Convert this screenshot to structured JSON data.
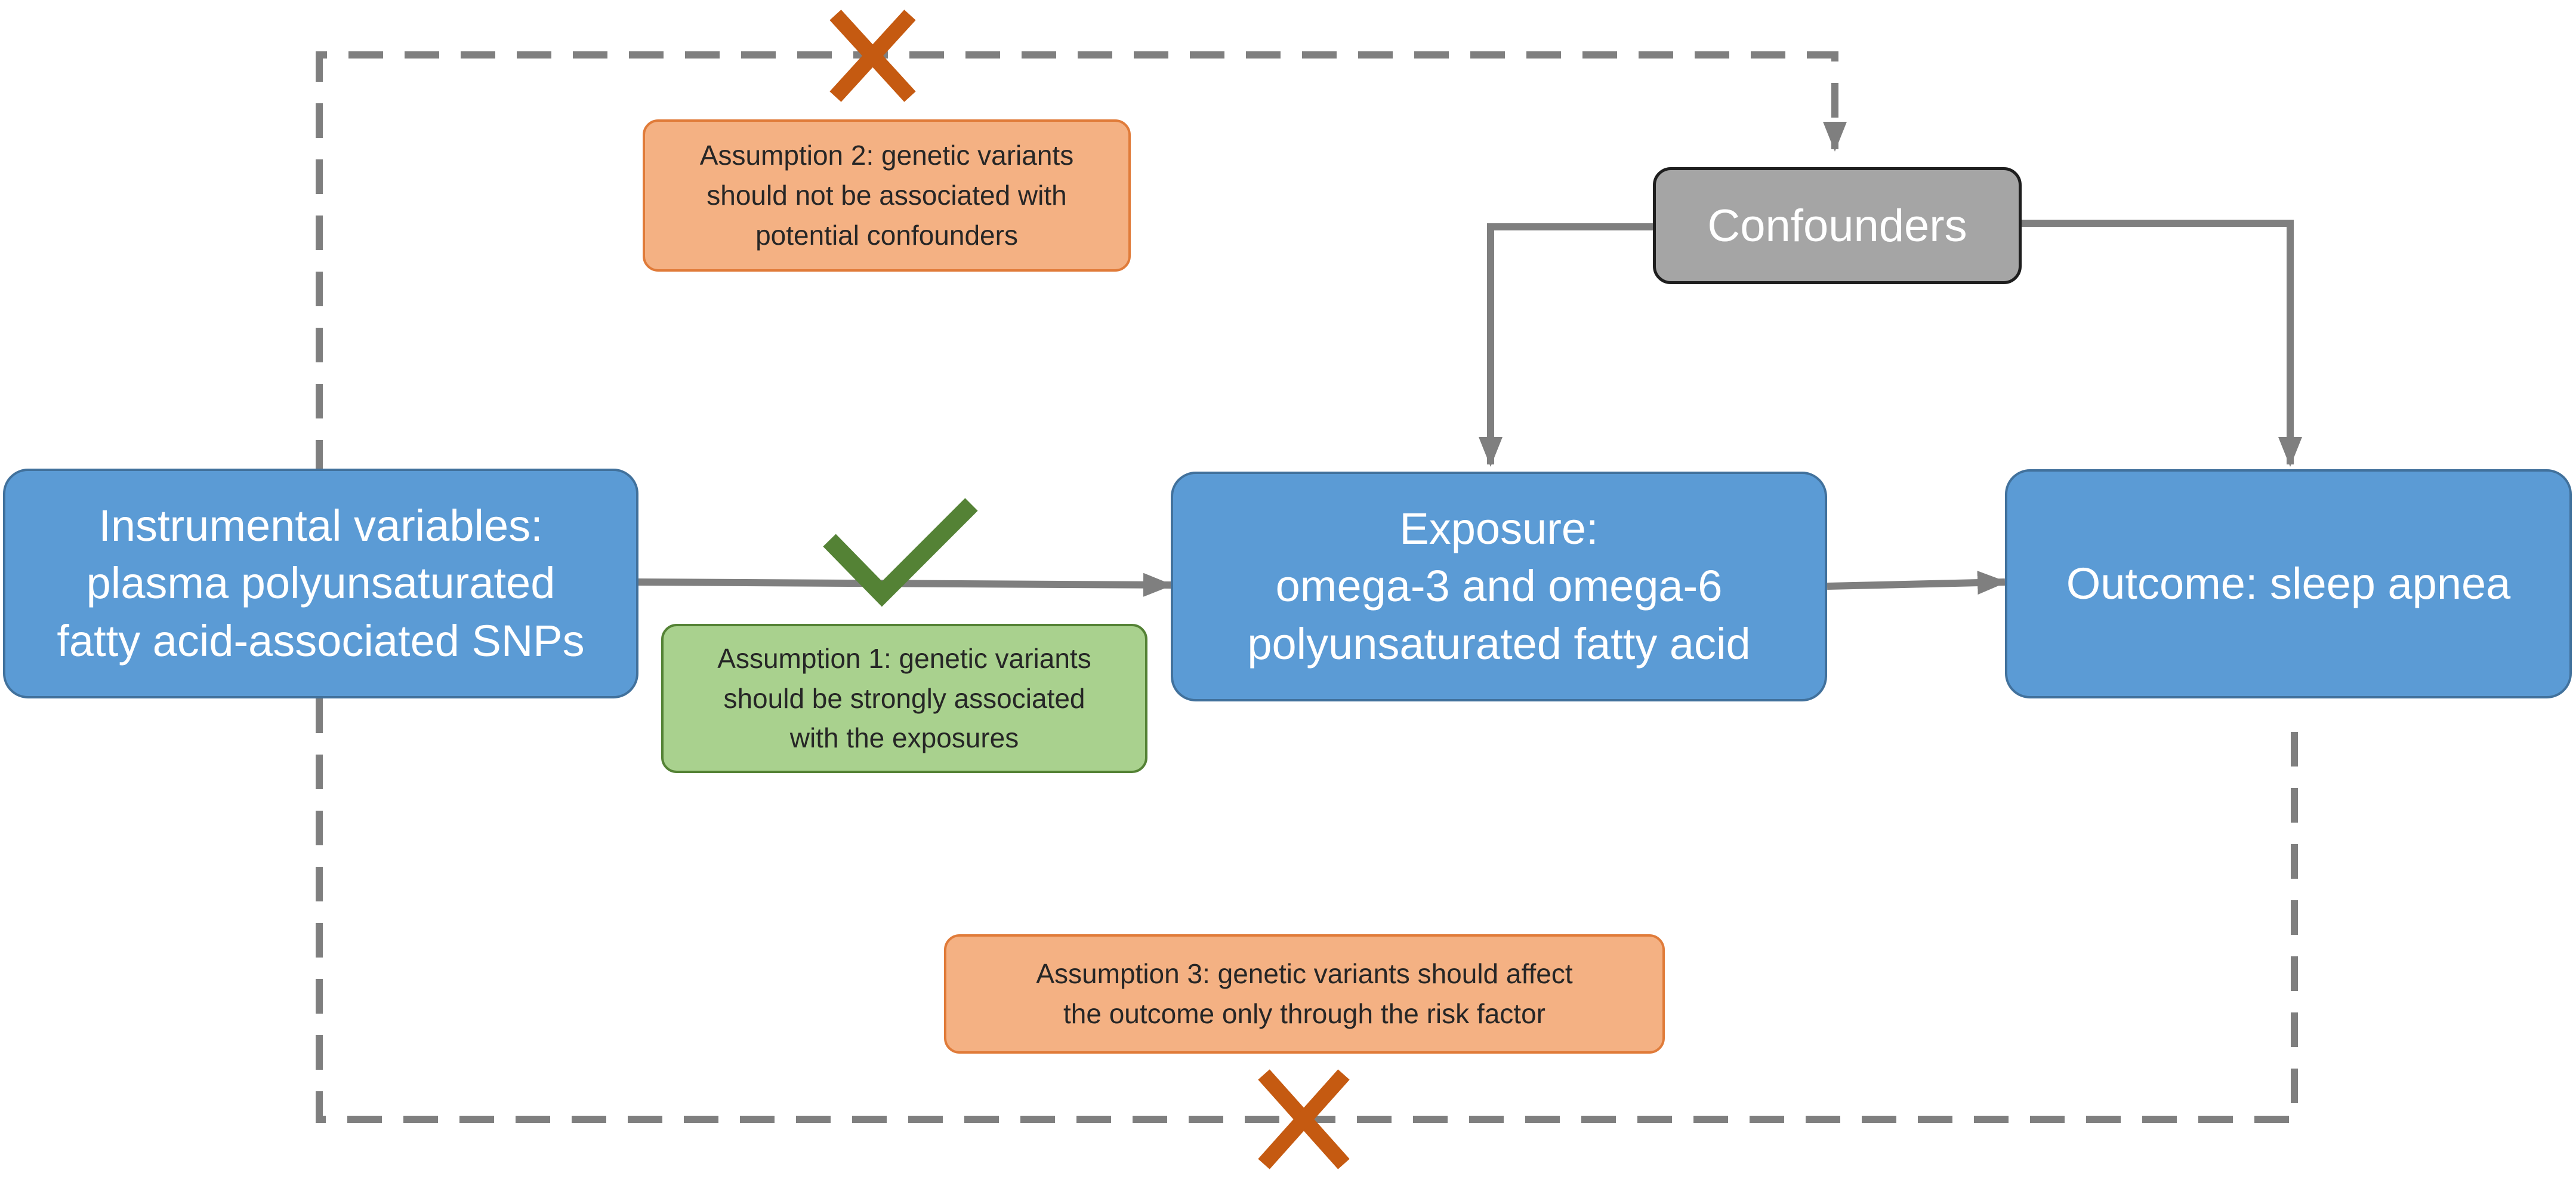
{
  "colors": {
    "node_fill": "#5b9bd5",
    "confounder_fill": "#a5a5a5",
    "assumption_rejected_fill": "#f4b183",
    "assumption_accepted_fill": "#a9d18e",
    "arrow": "#7f7f7f",
    "cross_mark": "#c55a11",
    "check_mark": "#548235"
  },
  "nodes": {
    "instrument": "Instrumental variables:\nplasma polyunsaturated\nfatty acid-associated SNPs",
    "exposure": "Exposure:\nomega-3 and omega-6\npolyunsaturated fatty acid",
    "outcome": "Outcome: sleep apnea",
    "confounders": "Confounders"
  },
  "assumptions": {
    "a1": "Assumption 1: genetic variants\nshould be strongly associated\nwith the exposures",
    "a2": "Assumption 2: genetic variants\nshould not be associated with\npotential confounders",
    "a3": "Assumption 3: genetic variants should affect\nthe outcome only through the risk factor"
  },
  "marks": {
    "a1": "check-icon",
    "a2": "cross-icon",
    "a3": "cross-icon"
  }
}
